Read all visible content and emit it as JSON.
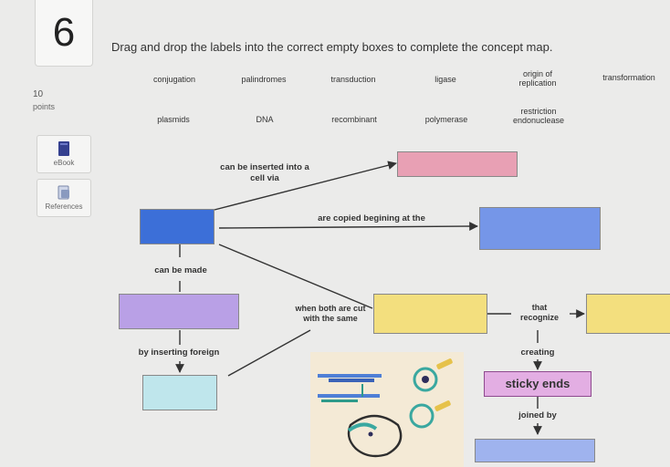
{
  "question": {
    "number": "6",
    "points_value": "10",
    "points_label": "points"
  },
  "sidebar": {
    "ebook_label": "eBook",
    "references_label": "References"
  },
  "instructions": "Drag and drop the labels into the correct empty boxes to complete the concept map.",
  "labels": {
    "conjugation": "conjugation",
    "palindromes": "palindromes",
    "transduction": "transduction",
    "ligase": "ligase",
    "origin_line1": "origin of",
    "origin_line2": "replication",
    "transformation": "transformation",
    "plasmids": "plasmids",
    "dna": "DNA",
    "recombinant": "recombinant",
    "polymerase": "polymerase",
    "restriction_line1": "restriction",
    "restriction_line2": "endonuclease"
  },
  "concept_map": {
    "inserted_line1": "can be inserted into a",
    "inserted_line2": "cell via",
    "copied": "are copied begining at the",
    "can_be_made": "can be made",
    "by_inserting": "by inserting foreign",
    "cut_line1": "when both are cut",
    "cut_line2": "with the same",
    "that": "that",
    "recognize": "recognize",
    "creating": "creating",
    "sticky_ends": "sticky ends",
    "joined_by": "joined by"
  },
  "colors": {
    "pink": "#e8a0b4",
    "blue": "#3c6fd8",
    "light_blue": "#7596e8",
    "purple": "#b9a0e6",
    "yellow": "#f3df7e",
    "cyan": "#bfe6ec",
    "periwinkle": "#9fb3ee",
    "sticky": "#e3aee3"
  }
}
